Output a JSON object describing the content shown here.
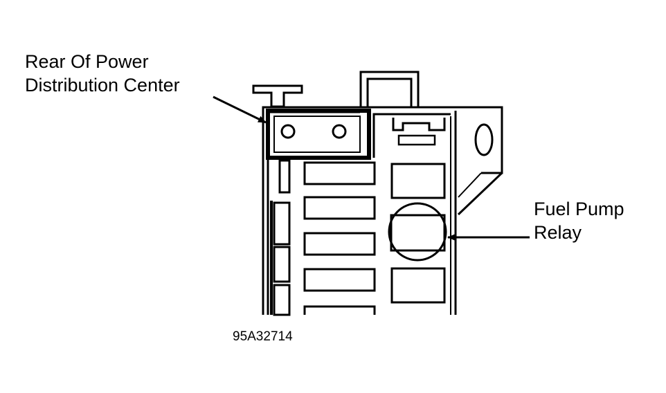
{
  "callouts": {
    "rear_line1": "Rear Of Power",
    "rear_line2": "Distribution Center",
    "fuel_line1": "Fuel Pump",
    "fuel_line2": "Relay"
  },
  "figure_id": "95A32714",
  "colors": {
    "line": "#000000",
    "background": "#ffffff"
  }
}
